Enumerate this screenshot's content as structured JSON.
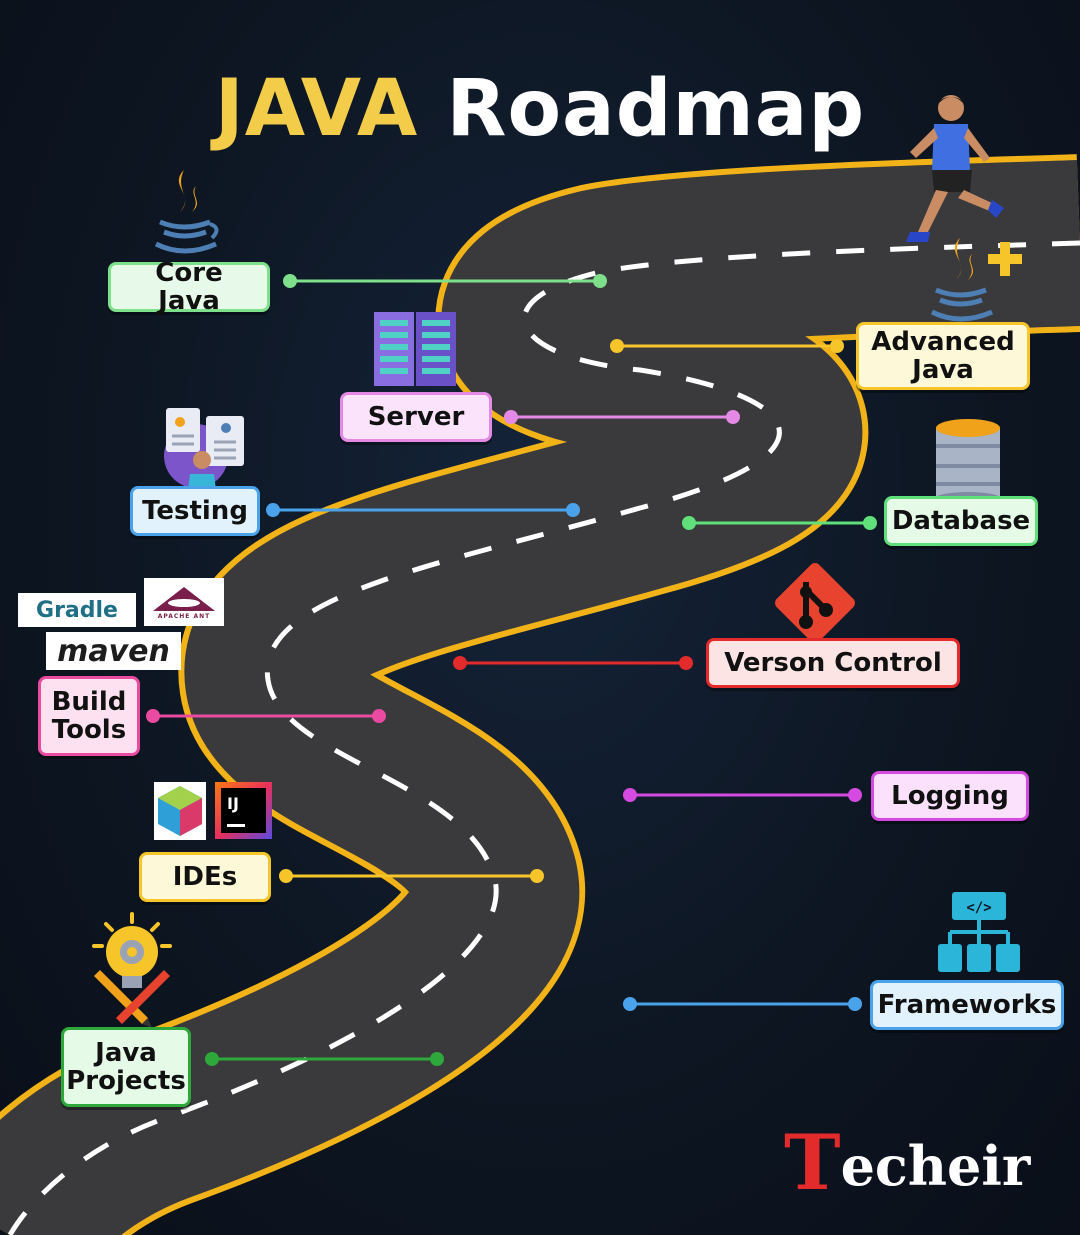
{
  "title": {
    "part1": "JAVA",
    "part2": "Roadmap"
  },
  "colors": {
    "background": "#0d1622",
    "road": "#3a3a3d",
    "road_edge": "#f2b318",
    "lane_marks": "#ffffff",
    "title_accent": "#f3cc4a"
  },
  "roadmap": [
    {
      "id": "core-java",
      "label": "Core Java",
      "color": "#7ee08a",
      "fill": "#e7fae9",
      "icon": "java-cup-icon"
    },
    {
      "id": "advanced-java",
      "label": "Advanced Java",
      "color": "#f5c52a",
      "fill": "#fdf8d8",
      "icon": "java-plus-icon"
    },
    {
      "id": "server",
      "label": "Server",
      "color": "#e48ae6",
      "fill": "#fbe3fb",
      "icon": "server-rack-icon"
    },
    {
      "id": "testing",
      "label": "Testing",
      "color": "#4aa3ea",
      "fill": "#e1f2fd",
      "icon": "testing-icon"
    },
    {
      "id": "database",
      "label": "Database",
      "color": "#5fe07a",
      "fill": "#e5fbe8",
      "icon": "database-icon"
    },
    {
      "id": "version-control",
      "label": "Verson Control",
      "color": "#e32b2b",
      "fill": "#fce4e4",
      "icon": "git-icon"
    },
    {
      "id": "build-tools",
      "label": "Build Tools",
      "color": "#ea4aa0",
      "fill": "#fde1f0",
      "icon": "build-tools-icon"
    },
    {
      "id": "logging",
      "label": "Logging",
      "color": "#d54ae0",
      "fill": "#fbe1fb",
      "icon": "logging-icon"
    },
    {
      "id": "ides",
      "label": "IDEs",
      "color": "#f5c52a",
      "fill": "#fdf8d8",
      "icon": "ide-icon"
    },
    {
      "id": "frameworks",
      "label": "Frameworks",
      "color": "#4aa3ea",
      "fill": "#e1f2fd",
      "icon": "frameworks-icon"
    },
    {
      "id": "java-projects",
      "label": "Java Projects",
      "color": "#2ea83a",
      "fill": "#e5fbe8",
      "icon": "projects-icon"
    }
  ],
  "build_tool_logos": {
    "gradle": "Gradle",
    "ant": "APACHE ANT",
    "maven": "maven"
  },
  "ide_logos": {
    "intellij": "IJ"
  },
  "brand": {
    "initial": "T",
    "rest": "echeir"
  }
}
